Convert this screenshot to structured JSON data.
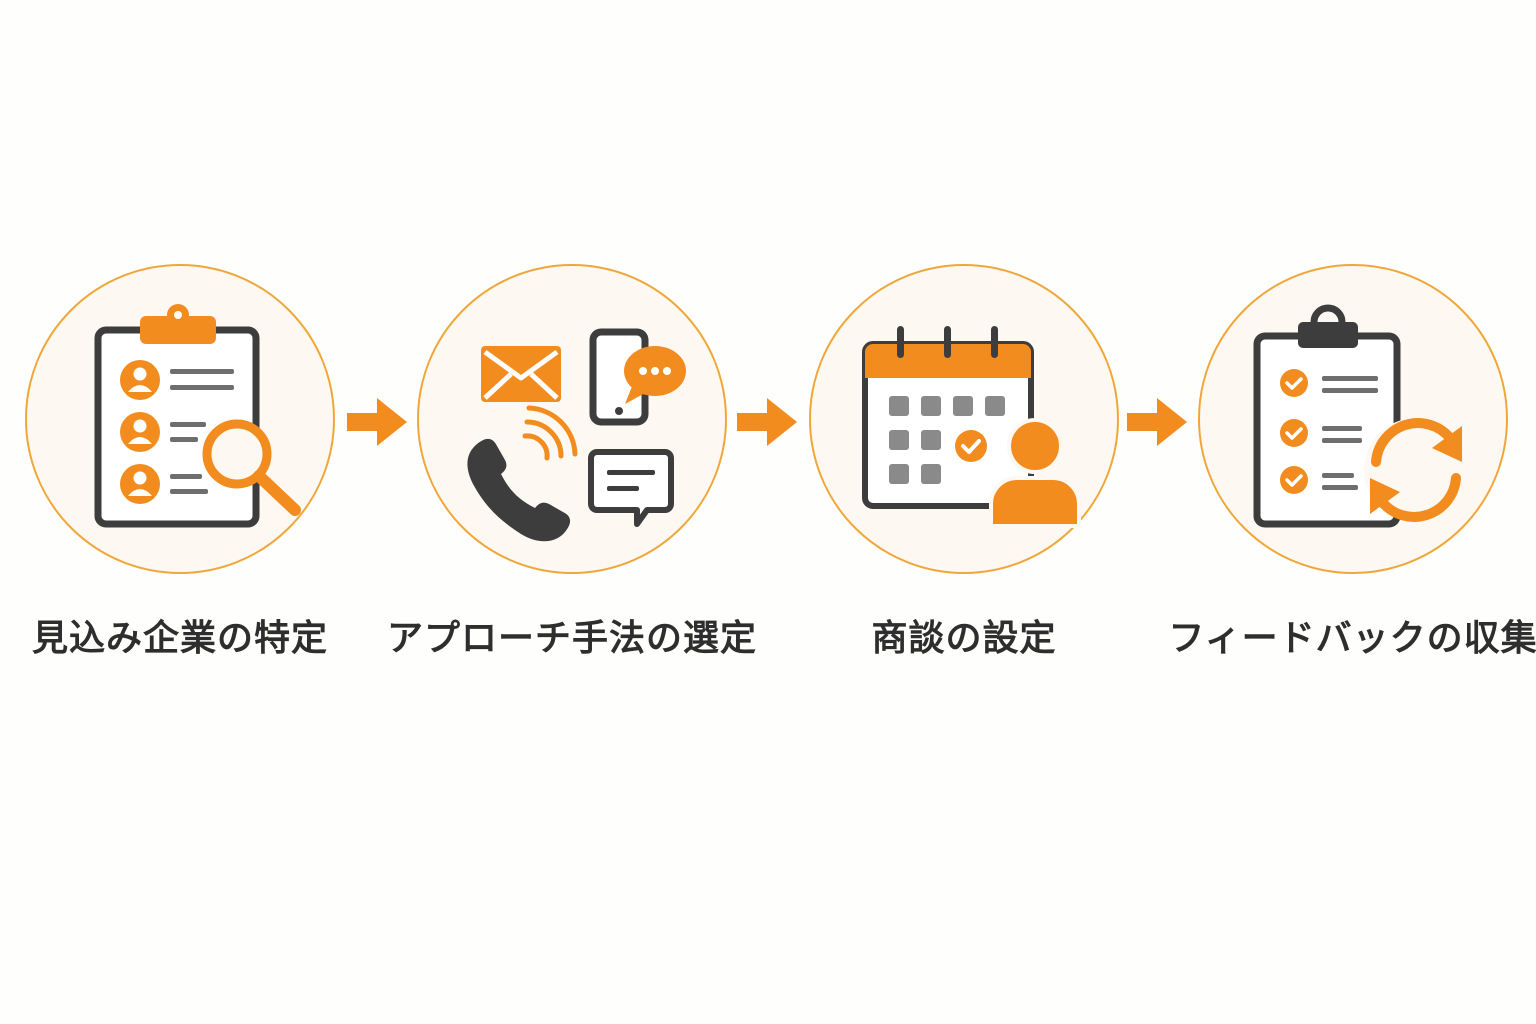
{
  "diagram": {
    "steps": [
      {
        "label": "見込み企業の特定",
        "icon": "clipboard-search-icon"
      },
      {
        "label": "アプローチ手法の選定",
        "icon": "contact-methods-icon"
      },
      {
        "label": "商談の設定",
        "icon": "calendar-meeting-icon"
      },
      {
        "label": "フィードバックの収集",
        "icon": "checklist-cycle-icon"
      }
    ],
    "colors": {
      "accent": "#f28c1f",
      "dark": "#3d3d3d",
      "circle_border": "#f0a73a",
      "circle_fill": "#fdf8f1",
      "text": "#2e2e2e"
    }
  }
}
